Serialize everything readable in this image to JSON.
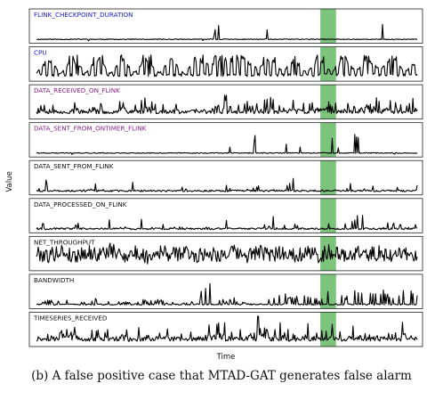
{
  "chart_data": {
    "type": "line",
    "xlabel": "Time",
    "ylabel": "Value",
    "caption": "(b) A false positive case that MTAD-GAT generates false alarm",
    "x_range": [
      0,
      1
    ],
    "highlight": {
      "x_range": [
        0.74,
        0.78
      ],
      "color": "#7cc47c"
    },
    "series": [
      {
        "name": "FLINK_CHECKPOINT_DURATION",
        "label_color": "#1a1acc",
        "pattern": "sparse-spikes",
        "seed": 11,
        "values": [
          0.05,
          0.08,
          0.05,
          0.12,
          0.05,
          0.07,
          0.05,
          0.1,
          0.05,
          0.06,
          0.05,
          0.09,
          0.05,
          0.08,
          0.05,
          0.95,
          0.2,
          0.06,
          0.05,
          0.7,
          0.05,
          0.08,
          0.05,
          0.06,
          0.05,
          0.05,
          0.05,
          0.05,
          0.98,
          0.05,
          0.45,
          0.05
        ]
      },
      {
        "name": "CPU",
        "label_color": "#1a1acc",
        "pattern": "dense-oscillation",
        "seed": 23,
        "values": [
          0.1,
          0.9,
          0.1,
          0.85,
          0.1,
          0.9,
          0.1,
          0.8,
          0.15,
          0.9,
          0.1,
          0.85,
          0.1,
          0.9,
          0.5,
          0.85,
          0.8,
          0.85,
          0.3,
          0.9,
          0.2,
          0.85,
          0.1,
          0.9,
          0.15,
          0.85,
          0.2,
          0.8,
          0.3,
          0.9,
          0.2,
          0.7
        ]
      },
      {
        "name": "DATA_RECEIVED_ON_FLINK",
        "label_color": "#882288",
        "pattern": "moderate-noise",
        "seed": 37,
        "values": [
          0.2,
          0.5,
          0.1,
          0.6,
          0.2,
          0.4,
          0.1,
          0.5,
          0.3,
          0.6,
          0.2,
          0.5,
          0.2,
          0.4,
          0.3,
          0.8,
          0.2,
          0.5,
          0.3,
          0.6,
          0.2,
          0.5,
          0.2,
          0.5,
          0.3,
          0.4,
          0.2,
          0.9,
          0.3,
          0.6,
          0.2,
          0.5
        ]
      },
      {
        "name": "DATA_SENT_FROM_ONTIMER_FLINK",
        "label_color": "#882288",
        "pattern": "sparse-spikes",
        "seed": 41,
        "values": [
          0.05,
          0.1,
          0.05,
          0.05,
          0.08,
          0.05,
          0.05,
          0.06,
          0.05,
          0.05,
          0.05,
          0.05,
          0.05,
          0.05,
          0.05,
          0.05,
          0.55,
          0.05,
          0.9,
          0.05,
          0.6,
          0.05,
          0.8,
          0.05,
          0.9,
          0.05,
          0.8,
          0.05,
          0.05,
          0.05,
          0.05,
          0.05
        ]
      },
      {
        "name": "DATA_SENT_FROM_FLINK",
        "label_color": "#111111",
        "pattern": "bursty",
        "seed": 53,
        "values": [
          0.05,
          0.6,
          0.9,
          0.3,
          0.1,
          0.2,
          0.05,
          0.1,
          0.15,
          0.1,
          0.05,
          0.1,
          0.2,
          0.05,
          0.1,
          0.4,
          0.1,
          0.05,
          0.3,
          0.1,
          0.05,
          0.5,
          0.1,
          0.05,
          0.3,
          0.05,
          0.5,
          0.1,
          0.05,
          0.4,
          0.1,
          0.2
        ]
      },
      {
        "name": "DATA_PROCESSED_ON_FLINK",
        "label_color": "#111111",
        "pattern": "bursty",
        "seed": 67,
        "values": [
          0.05,
          0.4,
          0.8,
          0.3,
          0.1,
          0.1,
          0.05,
          0.1,
          0.1,
          0.1,
          0.05,
          0.1,
          0.1,
          0.05,
          0.1,
          0.2,
          0.6,
          0.05,
          0.4,
          0.1,
          0.05,
          0.4,
          0.1,
          0.05,
          0.3,
          0.05,
          0.5,
          0.6,
          0.05,
          0.4,
          0.1,
          0.3
        ]
      },
      {
        "name": "NET_THROUGHPUT",
        "label_color": "#111111",
        "pattern": "heavy-noise",
        "seed": 79,
        "values": [
          0.6,
          0.3,
          0.8,
          0.2,
          0.7,
          0.4,
          0.9,
          0.3,
          0.6,
          0.2,
          0.8,
          0.4,
          0.7,
          0.3,
          0.6,
          0.4,
          0.7,
          0.2,
          0.8,
          0.3,
          0.7,
          0.4,
          0.6,
          0.3,
          0.8,
          0.2,
          0.7,
          0.4,
          0.6,
          0.3,
          0.7,
          0.1
        ]
      },
      {
        "name": "BANDWIDTH",
        "label_color": "#111111",
        "pattern": "growing-spikes",
        "seed": 83,
        "values": [
          0.1,
          0.2,
          0.15,
          0.25,
          0.1,
          0.3,
          0.2,
          0.15,
          0.1,
          0.25,
          0.2,
          0.15,
          0.1,
          0.2,
          0.95,
          0.2,
          0.3,
          0.1,
          0.4,
          0.2,
          0.5,
          0.3,
          0.4,
          0.2,
          0.6,
          0.3,
          0.6,
          0.4,
          0.7,
          0.3,
          0.6,
          0.5
        ]
      },
      {
        "name": "TIMESERIES_RECEIVED",
        "label_color": "#111111",
        "pattern": "moderate-noise",
        "seed": 97,
        "values": [
          0.2,
          0.5,
          0.3,
          0.6,
          0.2,
          0.4,
          0.3,
          0.5,
          0.2,
          0.6,
          0.3,
          0.5,
          0.2,
          0.4,
          0.5,
          0.6,
          0.3,
          0.5,
          0.8,
          0.3,
          0.5,
          0.2,
          0.6,
          0.3,
          0.5,
          0.2,
          0.6,
          0.3,
          0.5,
          0.2,
          0.6,
          0.3
        ]
      }
    ]
  }
}
